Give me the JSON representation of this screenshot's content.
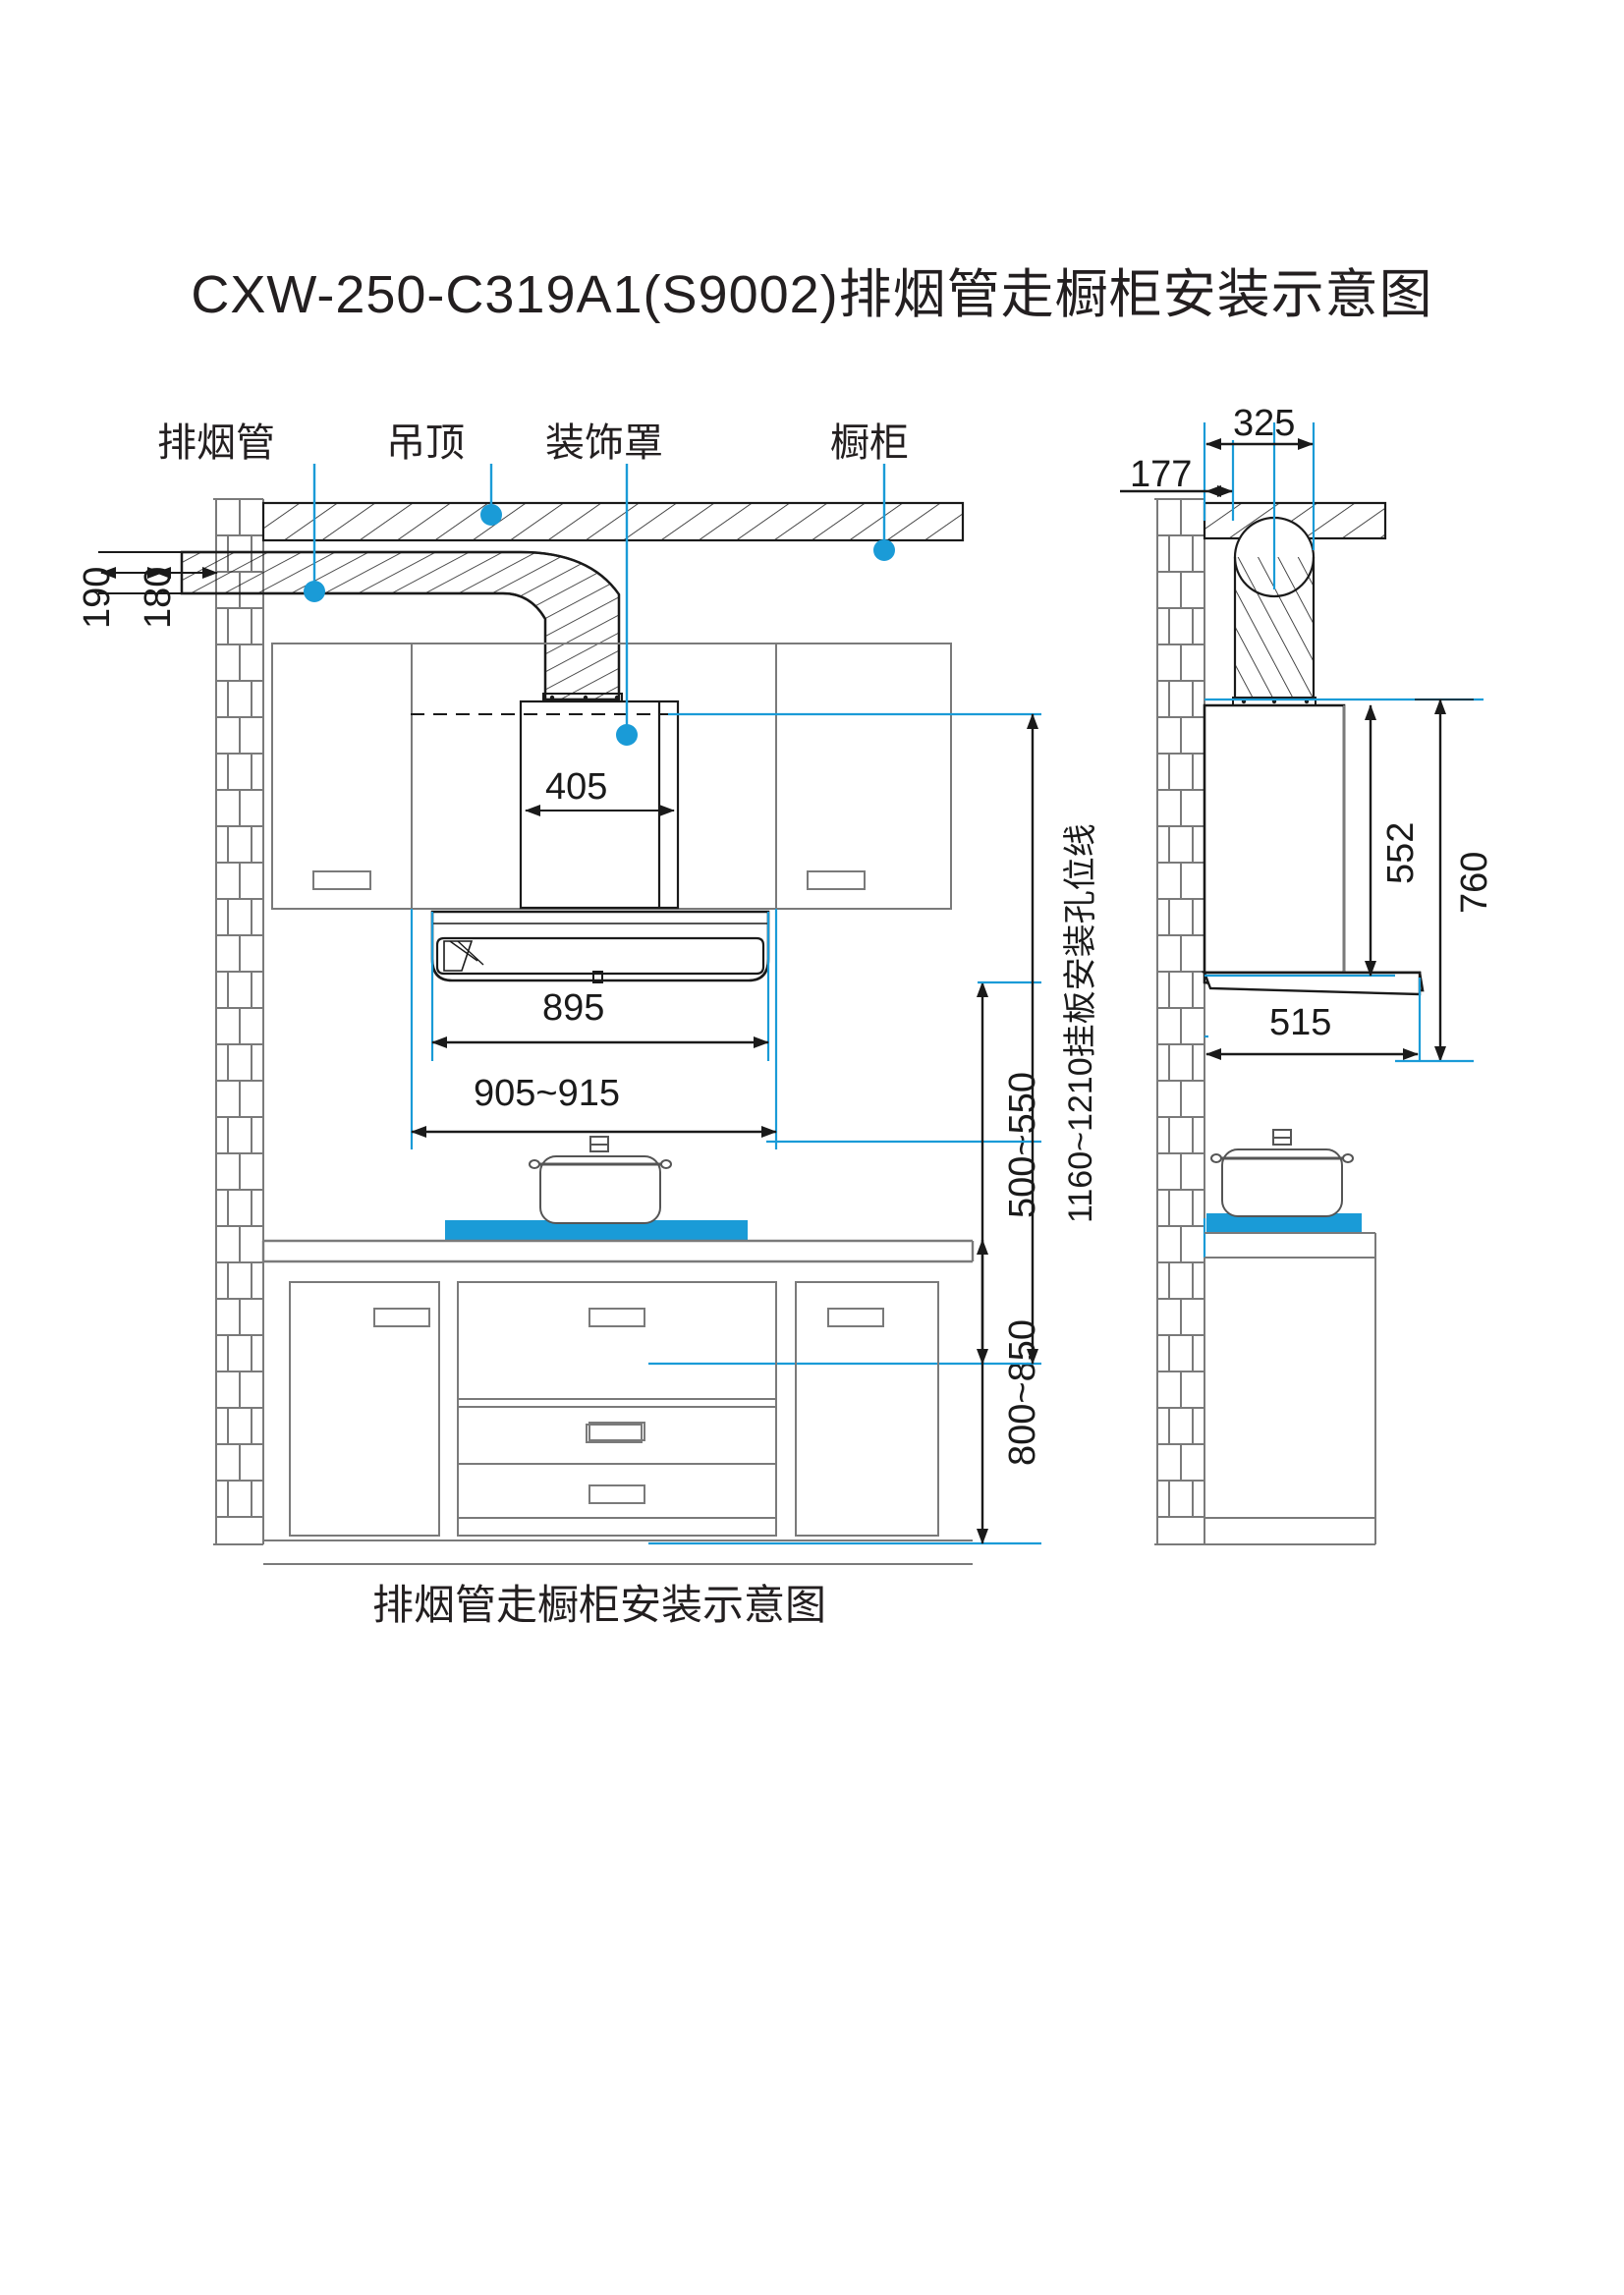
{
  "document": {
    "title": "CXW-250-C319A1(S9002)排烟管走橱柜安装示意图",
    "caption": "排烟管走橱柜安装示意图"
  },
  "callouts": {
    "duct": "排烟管",
    "ceiling": "吊顶",
    "decor_cover": "装饰罩",
    "cabinet": "橱柜"
  },
  "front_view": {
    "dim_190": "190",
    "dim_180": "180",
    "dim_405": "405",
    "dim_895": "895",
    "dim_905_915": "905~915",
    "dim_500_550": "500~550",
    "dim_1160_1210": "1160~1210挂板安装孔位线",
    "dim_800_850": "800~850"
  },
  "side_view": {
    "dim_325": "325",
    "dim_177": "177",
    "dim_552": "552",
    "dim_760": "760",
    "dim_515": "515"
  },
  "colors": {
    "accent": "#1a9bd7",
    "ink": "#231f20",
    "line": "#7a7a7a",
    "dark": "#1a1a1a"
  }
}
